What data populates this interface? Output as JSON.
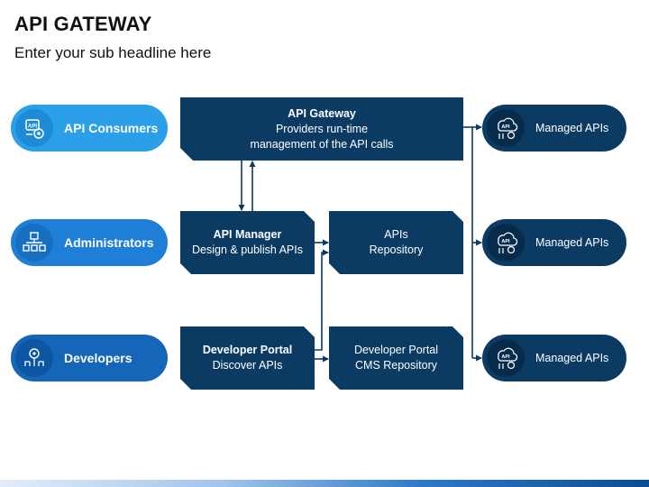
{
  "header": {
    "title": "API GATEWAY",
    "subtitle": "Enter your sub headline here"
  },
  "actors": [
    {
      "label": "API Consumers",
      "icon": "api-settings-icon",
      "color": "#2b9fe8",
      "icon_bg": "#1d8bd6"
    },
    {
      "label": "Administrators",
      "icon": "org-chart-icon",
      "color": "#1f7fd6",
      "icon_bg": "#176fc2"
    },
    {
      "label": "Developers",
      "icon": "developer-circuit-icon",
      "color": "#1565b8",
      "icon_bg": "#0f56a2"
    }
  ],
  "gateway": {
    "title": "API Gateway",
    "line1": "Providers run-time",
    "line2": "management of the API calls"
  },
  "manager": {
    "title": "API Manager",
    "subtitle": "Design & publish APIs"
  },
  "repository": {
    "line1": "APIs",
    "line2": "Repository"
  },
  "portal": {
    "title": "Developer Portal",
    "subtitle": "Discover APIs"
  },
  "cms": {
    "line1": "Developer Portal",
    "line2": "CMS Repository"
  },
  "managed": [
    {
      "label": "Managed APIs",
      "icon": "api-cloud-gear-icon"
    },
    {
      "label": "Managed APIs",
      "icon": "api-cloud-gear-icon"
    },
    {
      "label": "Managed APIs",
      "icon": "api-cloud-gear-icon"
    }
  ],
  "colors": {
    "dark_box": "#0b3a63",
    "connector": "#0b3a63",
    "text": "#111111"
  }
}
